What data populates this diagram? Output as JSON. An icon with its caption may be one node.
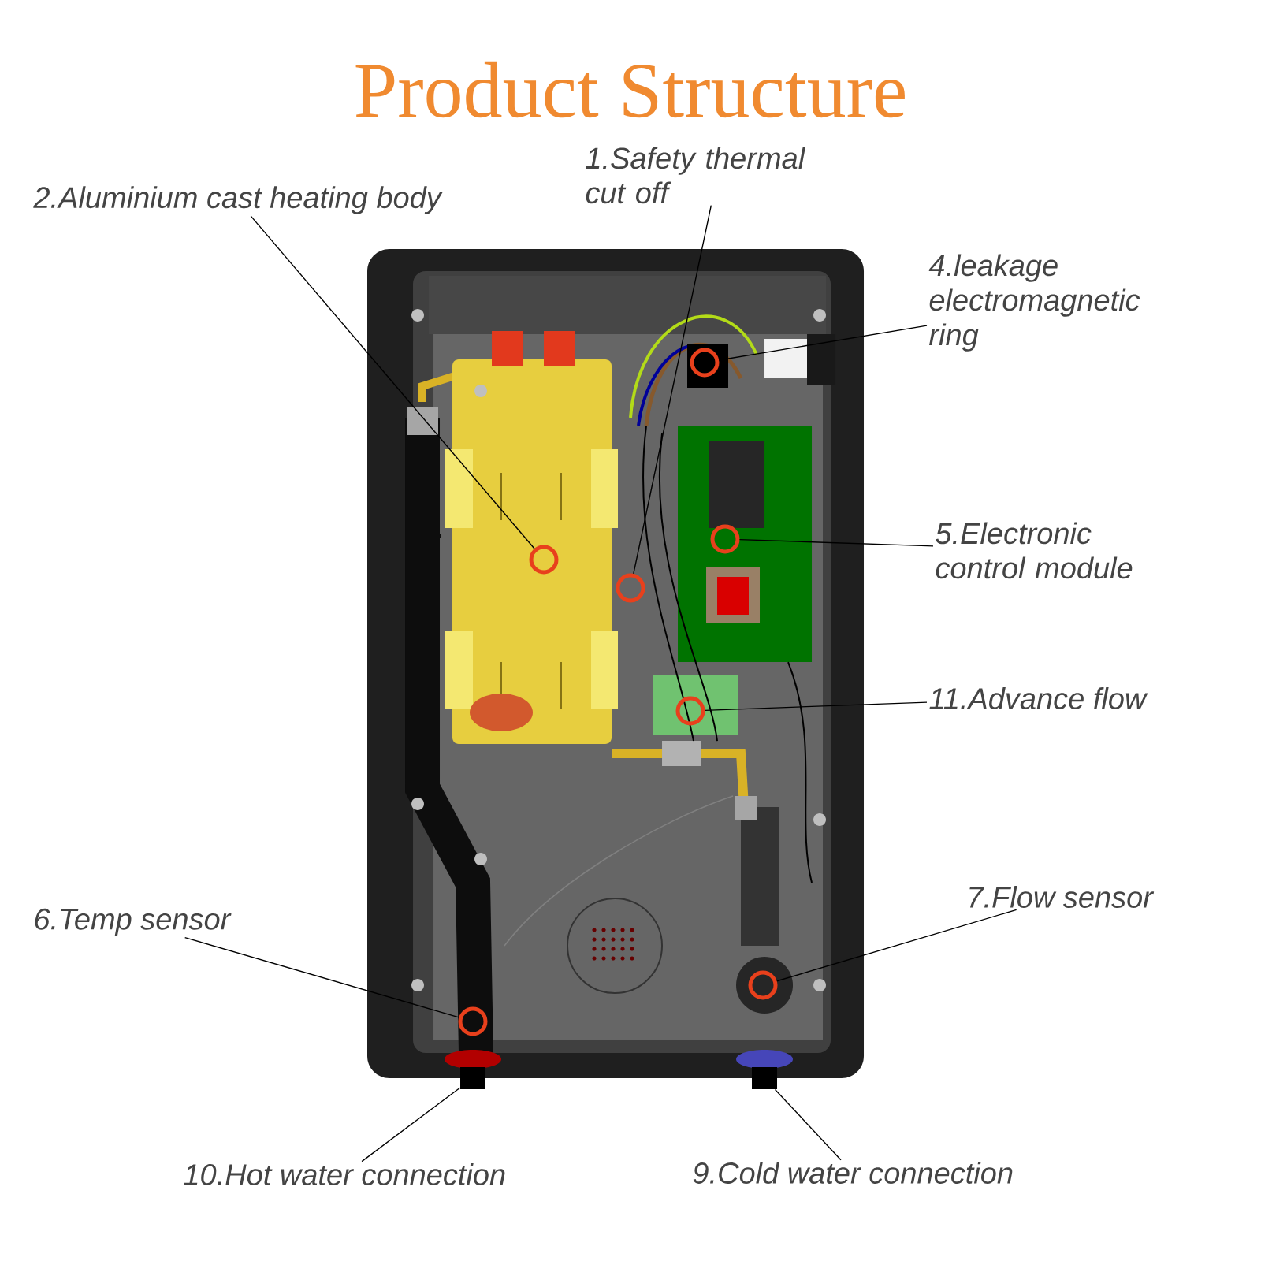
{
  "diagram": {
    "title": "Product Structure",
    "nodes": [
      {
        "text": [
          "1.Safety thermal cut off"
        ]
      },
      {
        "text": [
          "2.Aluminium cast heating body"
        ]
      },
      {
        "text": [
          "4.leakage electromagnetic ring"
        ]
      },
      {
        "text": [
          "5.Electronic control module"
        ]
      },
      {
        "text": [
          "11.Advance flow"
        ]
      },
      {
        "text": [
          "7.Flow sensor"
        ]
      },
      {
        "text": [
          "6.Temp sensor"
        ]
      },
      {
        "text": [
          "10.Hot water connection"
        ]
      },
      {
        "text": [
          "9.Cold water connection"
        ]
      },
      {
        "text": [],
        "shape": "circle"
      },
      {
        "text": [],
        "shape": "circle"
      },
      {
        "text": [],
        "shape": "circle"
      },
      {
        "text": [],
        "shape": "circle"
      },
      {
        "text": [],
        "shape": "circle"
      },
      {
        "text": [],
        "shape": "circle"
      },
      {
        "text": [],
        "shape": "circle"
      },
      {
        "text": [],
        "shape": "box"
      },
      {
        "text": [],
        "shape": "box"
      }
    ],
    "edges": [
      {
        "from": 0,
        "to": 9,
        "arrow": "none"
      },
      {
        "from": 1,
        "to": 10,
        "arrow": "none"
      },
      {
        "from": 2,
        "to": 11,
        "arrow": "none"
      },
      {
        "from": 3,
        "to": 12,
        "arrow": "none"
      },
      {
        "from": 4,
        "to": 13,
        "arrow": "none"
      },
      {
        "from": 5,
        "to": 14,
        "arrow": "none"
      },
      {
        "from": 6,
        "to": 15,
        "arrow": "none"
      },
      {
        "from": 7,
        "to": 16,
        "arrow": "none"
      },
      {
        "from": 8,
        "to": 17,
        "arrow": "none"
      }
    ]
  }
}
